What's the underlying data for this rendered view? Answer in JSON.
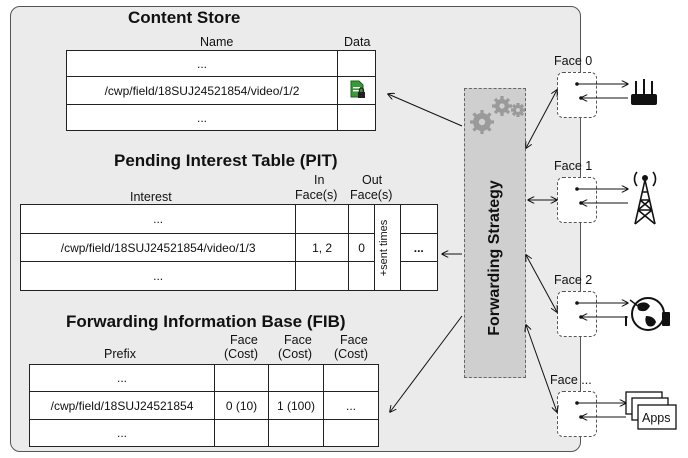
{
  "content_store": {
    "title": "Content Store",
    "col_name": "Name",
    "col_data": "Data",
    "rows": [
      "...",
      "/cwp/field/18SUJ24521854/video/1/2",
      "..."
    ]
  },
  "pit": {
    "title": "Pending Interest Table (PIT)",
    "col_interest": "Interest",
    "col_in": "In",
    "col_in2": "Face(s)",
    "col_out": "Out",
    "col_out2": "Face(s)",
    "rows": [
      {
        "interest": "...",
        "in": "",
        "out": "",
        "more": ""
      },
      {
        "interest": "/cwp/field/18SUJ24521854/video/1/3",
        "in": "1, 2",
        "out": "0",
        "more": "..."
      },
      {
        "interest": "...",
        "in": "",
        "out": "",
        "more": ""
      }
    ],
    "sent_times": "+sent times"
  },
  "fib": {
    "title": "Forwarding Information Base (FIB)",
    "col_prefix": "Prefix",
    "col_face": "Face",
    "col_cost": "(Cost)",
    "rows": [
      {
        "prefix": "...",
        "f1": "",
        "f2": "",
        "f3": ""
      },
      {
        "prefix": "/cwp/field/18SUJ24521854",
        "f1": "0 (10)",
        "f2": "1 (100)",
        "f3": "..."
      },
      {
        "prefix": "...",
        "f1": "",
        "f2": "",
        "f3": ""
      }
    ]
  },
  "forwarding_strategy": {
    "label": "Forwarding Strategy",
    "icon": "gears-icon"
  },
  "faces": [
    {
      "label": "Face 0",
      "icon": "router-icon"
    },
    {
      "label": "Face 1",
      "icon": "cell-tower-icon"
    },
    {
      "label": "Face 2",
      "icon": "globe-network-icon"
    },
    {
      "label": "Face ...",
      "icon": "apps-icon",
      "icon_text": "Apps"
    }
  ]
}
